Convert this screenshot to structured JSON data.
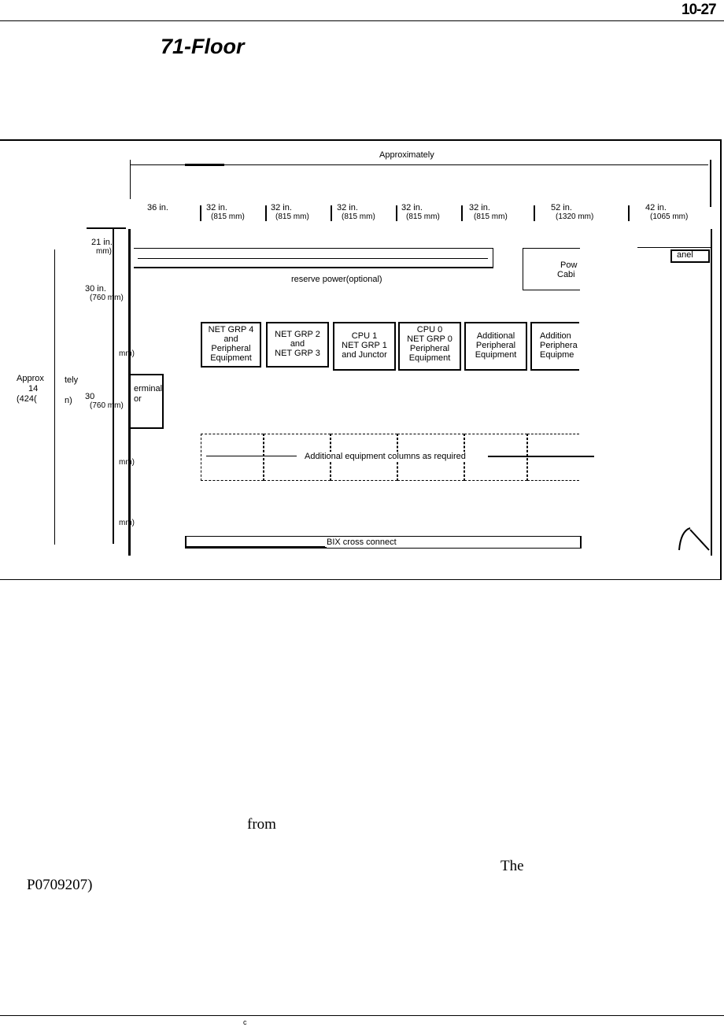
{
  "header": {
    "page_number": "10-27"
  },
  "section": {
    "title": "71-Floor"
  },
  "diagram": {
    "top_label": "Approximately",
    "column_widths": [
      {
        "inches": "36 in.",
        "mm": ""
      },
      {
        "inches": "32 in.",
        "mm": "(815 mm)"
      },
      {
        "inches": "32 in.",
        "mm": "(815 mm)"
      },
      {
        "inches": "32 in.",
        "mm": "(815 mm)"
      },
      {
        "inches": "32 in.",
        "mm": "(815 mm)"
      },
      {
        "inches": "32 in.",
        "mm": "(815 mm)"
      },
      {
        "inches": "52 in.",
        "mm": "(1320 mm)"
      },
      {
        "inches": "42 in.",
        "mm": "(1065 mm)"
      }
    ],
    "reserve_power": "reserve power(optional)",
    "power_cabinet": [
      "Pow",
      "Cabi"
    ],
    "panel_label": "anel",
    "row_dims": [
      {
        "inches": "21 in.",
        "mm": "mm)"
      },
      {
        "inches": "30 in.",
        "mm": "(760 mm)"
      },
      {
        "inches": "",
        "mm": "mm)"
      },
      {
        "inches": "30",
        "mm": "(760 mm)"
      },
      {
        "inches": "",
        "mm": "mm)"
      },
      {
        "inches": "",
        "mm": "mm)"
      }
    ],
    "overall_left": [
      "Approx",
      "tely",
      "14",
      "(424(",
      "n)"
    ],
    "terminal": [
      "erminal",
      "or"
    ],
    "equipment": [
      [
        "NET GRP 4",
        "and",
        "Peripheral",
        "Equipment"
      ],
      [
        "NET GRP 2",
        "and",
        "NET GRP 3"
      ],
      [
        "CPU 1",
        "NET GRP 1",
        "and Junctor"
      ],
      [
        "CPU 0",
        "NET GRP 0",
        "Peripheral",
        "Equipment"
      ],
      [
        "Additional",
        "Peripheral",
        "Equipment"
      ],
      [
        "Addition",
        "Periphera",
        "Equipme"
      ]
    ],
    "additional_columns": "Additional equipment columns as required",
    "bix": "BIX cross connect"
  },
  "body": {
    "word_from": "from",
    "word_the": "The",
    "code": "P0709207)"
  },
  "footer": {
    "mark": "c"
  }
}
